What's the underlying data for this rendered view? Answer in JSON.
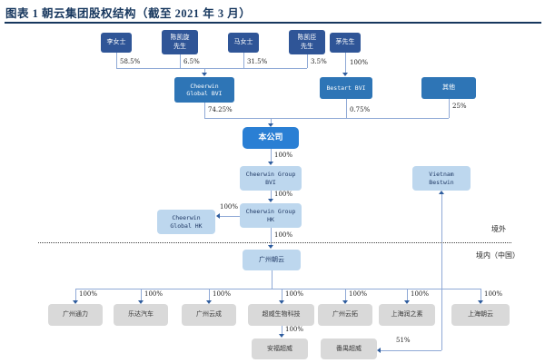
{
  "title": "图表 1  朝云集团股权结构（截至 2021 年 3 月）",
  "regions": {
    "overseas": "境外",
    "domestic": "境内（中国）"
  },
  "colors": {
    "title_navy": "#17375E",
    "person_box": "#2F5597",
    "bvi_tier_box": "#2E75B6",
    "company_box": "#2A7FD4",
    "offshore_box": "#BDD7EE",
    "domestic_box": "#D9D9D9",
    "connector_line": "#8FA9D6",
    "arrowhead": "#2F5D9E"
  },
  "nodes": {
    "persons": [
      {
        "label": "李女士",
        "pct": "58.5%"
      },
      {
        "label": "陈凯旋\n先生",
        "pct": "6.5%"
      },
      {
        "label": "马女士",
        "pct": "31.5%"
      },
      {
        "label": "陈凯臣\n先生",
        "pct": "3.5%"
      },
      {
        "label": "茅先生",
        "pct": "100%"
      }
    ],
    "tier2": [
      {
        "label": "Cheerwin\nGlobal BVI",
        "pct": "74.25%"
      },
      {
        "label": "Bestart BVI",
        "pct": "0.75%"
      },
      {
        "label": "其他",
        "pct": "25%"
      }
    ],
    "company": {
      "label": "本公司"
    },
    "group_bvi": {
      "label": "Cheerwin Group\nBVI",
      "pct": "100%"
    },
    "group_hk": {
      "label": "Cheerwin Group\nHK",
      "pct": "100%"
    },
    "global_hk": {
      "label": "Cheerwin\nGlobal HK",
      "pct": "100%"
    },
    "vietnam": {
      "label": "Vietnam\nBestwin",
      "pct": "51%"
    },
    "gz_chaoyun": {
      "label": "广州朝云",
      "pct": "100%"
    },
    "subsidiaries": [
      {
        "label": "广州通力",
        "pct": "100%"
      },
      {
        "label": "乐达汽车",
        "pct": "100%"
      },
      {
        "label": "广州云成",
        "pct": "100%"
      },
      {
        "label": "超威生物科技",
        "pct": "100%"
      },
      {
        "label": "广州云拓",
        "pct": "100%"
      },
      {
        "label": "上海润之素",
        "pct": "100%"
      },
      {
        "label": "上海朝云",
        "pct": "100%"
      }
    ],
    "level3": [
      {
        "label": "安福超威",
        "pct": "100%"
      },
      {
        "label": "番禺超威"
      }
    ]
  }
}
